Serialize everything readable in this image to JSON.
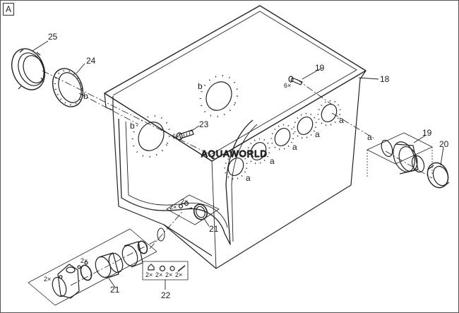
{
  "panel_label": "A",
  "watermark": "AQUAWORLD",
  "callouts": {
    "c25": "25",
    "c24": "24",
    "c19_top": "19",
    "c18": "18",
    "c23": "23",
    "c19_side": "19",
    "c20": "20",
    "c21_mid": "21",
    "c21_bottom": "21",
    "c22": "22"
  },
  "letters": {
    "b_flange": "b",
    "b_tank_top": "b",
    "b_tank_left": "b",
    "a1": "a",
    "a2": "a",
    "a3": "a",
    "a4": "a",
    "a5": "a",
    "a6": "a"
  },
  "quantities": {
    "q_6x_top": "6×",
    "q_6x_mid": "6×",
    "q_2x_a": "2×",
    "q_2x_b": "2×",
    "q_2x_c": "2×",
    "q_2x_d": "2×",
    "q22_1": "2×",
    "q22_2": "2×",
    "q22_3": "2×",
    "q22_4": "2×"
  }
}
